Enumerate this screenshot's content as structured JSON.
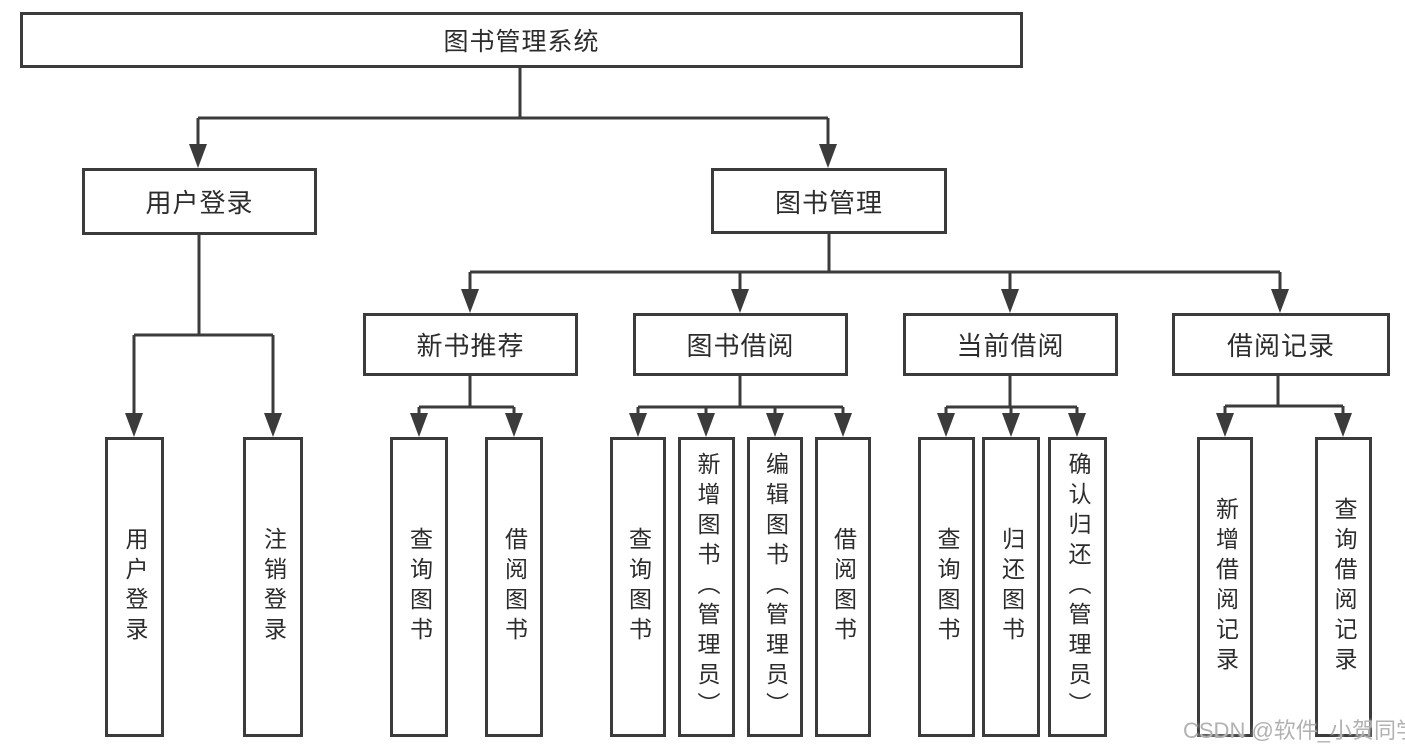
{
  "diagram": {
    "watermark": "CSDN @软件_小贺同学",
    "colors": {
      "line": "#3b3b3b",
      "text": "#2c2c2c",
      "background": "#ffffff",
      "watermark": "#b3b1b1"
    },
    "tree": {
      "root": {
        "label": "图书管理系统"
      },
      "branches": [
        {
          "label": "用户登录",
          "leaves": [
            "用户登录",
            "注销登录"
          ]
        },
        {
          "label": "图书管理",
          "groups": [
            {
              "label": "新书推荐",
              "leaves": [
                "查询图书",
                "借阅图书"
              ]
            },
            {
              "label": "图书借阅",
              "leaves": [
                "查询图书",
                "新增图书（管理员）",
                "编辑图书（管理员）",
                "借阅图书"
              ]
            },
            {
              "label": "当前借阅",
              "leaves": [
                "查询图书",
                "归还图书",
                "确认归还（管理员）"
              ]
            },
            {
              "label": "借阅记录",
              "leaves": [
                "新增借阅记录",
                "查询借阅记录"
              ]
            }
          ]
        }
      ]
    }
  }
}
